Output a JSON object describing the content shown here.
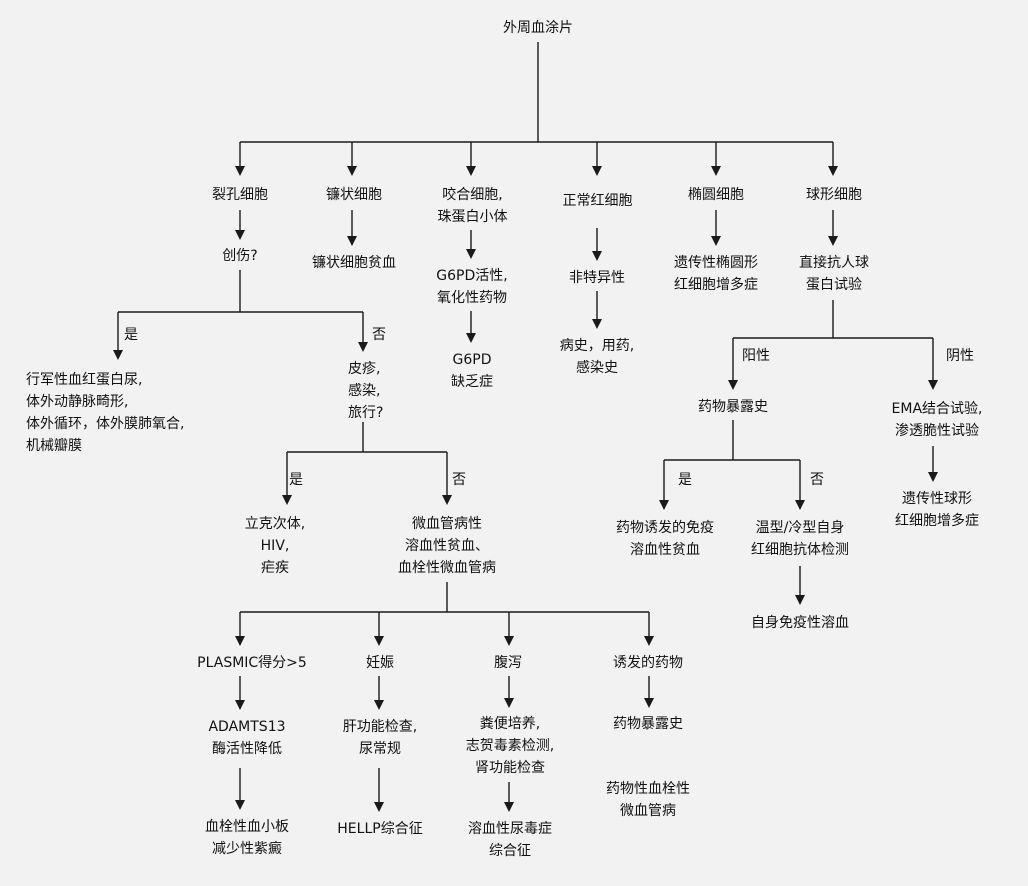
{
  "root": "外周血涂片",
  "branches": {
    "schistocyte": {
      "title": "裂孔细胞",
      "question": "创伤?",
      "yes_label": "是",
      "no_label": "否",
      "yes_result": "行军性血红蛋白尿,\n体外动静脉畸形,\n体外循环，体外膜肺氧合,\n机械瓣膜",
      "no_question": "皮疹,\n感染,\n旅行?",
      "no_yes_label": "是",
      "no_no_label": "否",
      "infection_result": "立克次体,\nHIV,\n疟疾",
      "tma": "微血管病性\n溶血性贫血、\n血栓性微血管病",
      "tma_children": [
        {
          "cause": "PLASMIC得分>5",
          "finding": "ADAMTS13\n酶活性降低",
          "result": "血栓性血小板\n减少性紫癜"
        },
        {
          "cause": "妊娠",
          "finding": "肝功能检查,\n尿常规",
          "result": "HELLP综合征"
        },
        {
          "cause": "腹泻",
          "finding": "粪便培养,\n志贺毒素检测,\n肾功能检查",
          "result": "溶血性尿毒症\n综合征"
        },
        {
          "cause": "诱发的药物",
          "finding": "药物暴露史",
          "result": "药物性血栓性\n微血管病"
        }
      ]
    },
    "sickle": {
      "title": "镰状细胞",
      "result": "镰状细胞贫血"
    },
    "bite": {
      "title": "咬合细胞,\n珠蛋白小体",
      "test": "G6PD活性,\n氧化性药物",
      "result": "G6PD\n缺乏症"
    },
    "normal": {
      "title": "正常红细胞",
      "finding": "非特异性",
      "result": "病史，用药,\n感染史"
    },
    "elliptocyte": {
      "title": "椭圆细胞",
      "result": "遗传性椭圆形\n红细胞增多症"
    },
    "spherocyte": {
      "title": "球形细胞",
      "test": "直接抗人球\n蛋白试验",
      "pos_label": "阳性",
      "neg_label": "阴性",
      "drug_history": "药物暴露史",
      "drug_yes_label": "是",
      "drug_no_label": "否",
      "drug_result": "药物诱发的免疫\n溶血性贫血",
      "autoab_test": "温型/冷型自身\n红细胞抗体检测",
      "autoimmune_result": "自身免疫性溶血",
      "ema_test": "EMA结合试验,\n渗透脆性试验",
      "hs_result": "遗传性球形\n红细胞增多症"
    }
  }
}
